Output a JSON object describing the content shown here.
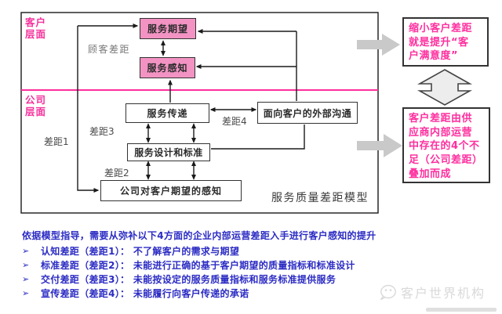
{
  "colors": {
    "pink_fill": "#F293C3",
    "pink_text": "#F5309C",
    "panel_pink_text": "#FF2E9E",
    "divider_pink": "#FF2E9C",
    "blue_text": "#2B2BC4",
    "gray_label": "#787878",
    "line_color": "#1A1A1A",
    "arrow_gray": "#C9C9C9",
    "watermark_gray": "#D9D9D9"
  },
  "diagram": {
    "customer_level": "客户\n层面",
    "company_level": "公司\n层面",
    "customer_gap": "顾客差距",
    "gap1": "差距1",
    "gap2": "差距2",
    "gap3": "差距3",
    "gap4": "差距4",
    "boxes": {
      "service_expectation": "服务期望",
      "service_perception": "服务感知",
      "service_delivery": "服务传递",
      "external_communication": "面向客户的外部沟通",
      "design_standards": "服务设计和标准",
      "company_perception": "公司对客户期望的感知"
    },
    "model_title": "服务质量差距模型"
  },
  "side_panels": {
    "top_note": "缩小客户差距\n就是提升“客\n户满意度”",
    "bottom_note": "客户差距由供\n应商内部运营\n中存在的4个不\n足（公司差距）\n叠加而成"
  },
  "summary": {
    "intro": "依据模型指导，需要从弥补以下4方面的企业内部运营差距入手进行客户感知的提升",
    "bullet": "➢",
    "items": [
      {
        "text": "认知差距（差距1）： 不了解客户的需求与期望"
      },
      {
        "text": "标准差距（差距2）： 未能进行正确的基于客户期望的质量指标和标准设计"
      },
      {
        "text": "交付差距（差距3）： 未能按设定的服务质量指标和服务标准提供服务"
      },
      {
        "text": "宣传差距（差距4）： 未能履行向客户传递的承诺"
      }
    ]
  },
  "watermark": {
    "text": "客户世界机构"
  }
}
